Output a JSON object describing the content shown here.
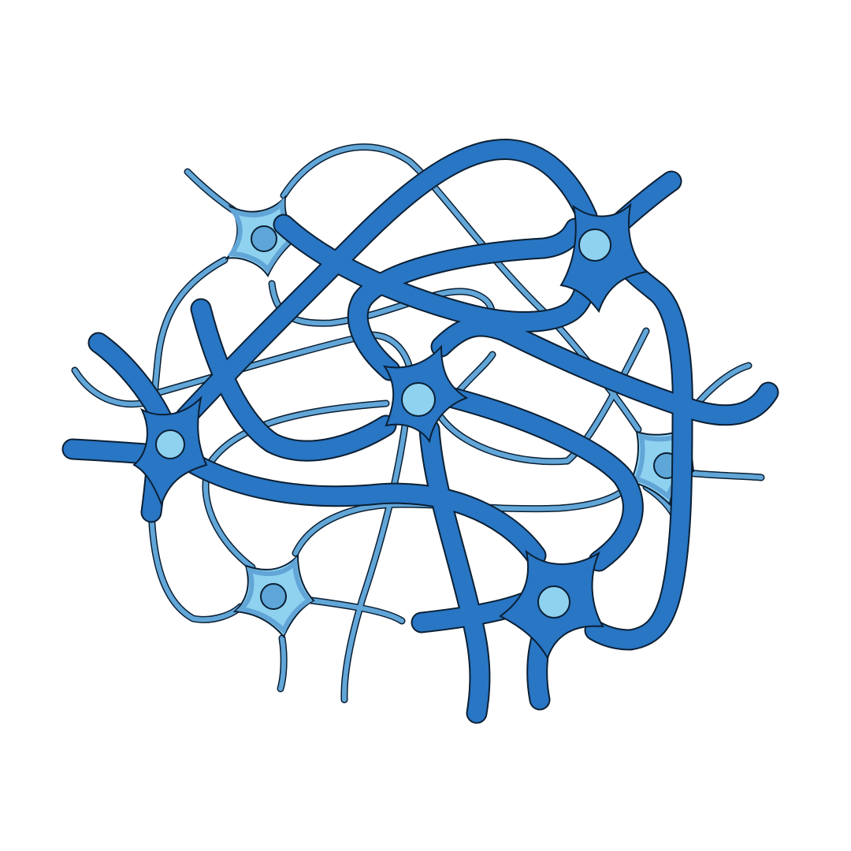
{
  "colors": {
    "background": "#ffffff",
    "outline": "#0b1f33",
    "thick_process": "#2876c4",
    "thin_process": "#62a6d8",
    "small_soma": "#8ed2f0",
    "nucleus_on_dark": "#8ed2f0",
    "nucleus_on_light": "#5ea6d8"
  },
  "cells": {
    "large": [
      {
        "name": "large-neuron-left",
        "kind": "large"
      },
      {
        "name": "large-neuron-center",
        "kind": "large"
      },
      {
        "name": "large-neuron-top-right",
        "kind": "large"
      },
      {
        "name": "large-neuron-bottom-right",
        "kind": "large"
      }
    ],
    "small": [
      {
        "name": "small-neuron-top-left",
        "kind": "small"
      },
      {
        "name": "small-neuron-bottom-left",
        "kind": "small"
      },
      {
        "name": "small-neuron-right",
        "kind": "small"
      }
    ]
  }
}
